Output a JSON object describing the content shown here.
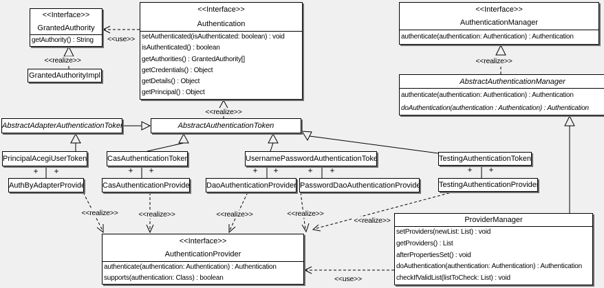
{
  "labels": {
    "use_granted_authority": "<<use>>",
    "realize_granted_authority_impl": "<<realize>>",
    "realize_abstract_authentication_manager": "<<realize>>",
    "realize_abstract_authentication_token": "<<realize>>",
    "realize_auth_by_adapter_provider": "<<realize>>",
    "realize_cas_authentication_provider": "<<realize>>",
    "realize_dao_authentication_provider": "<<realize>>",
    "realize_password_dao_authentication_provider": "<<realize>>",
    "realize_testing_authentication_provider": "<<realize>>",
    "use_provider_manager": "<<use>>",
    "plus": "+"
  },
  "classes": {
    "granted_authority": {
      "stereotype": "<<Interface>>",
      "name": "GrantedAuthority",
      "methods": [
        "getAuthority() : String"
      ]
    },
    "granted_authority_impl": {
      "name": "GrantedAuthorityImpl"
    },
    "authentication": {
      "stereotype": "<<Interface>>",
      "name": "Authentication",
      "methods": [
        "setAuthenticated(isAuthenticated: boolean) : void",
        "isAuthenticated() : boolean",
        "getAuthorities() : GrantedAuthority[]",
        "getCredentials() : Object",
        "getDetails() : Object",
        "getPrincipal() : Object"
      ]
    },
    "authentication_manager": {
      "stereotype": "<<Interface>>",
      "name": "AuthenticationManager",
      "methods": [
        "authenticate(authentication: Authentication) : Authentication"
      ]
    },
    "abstract_authentication_manager": {
      "name": "AbstractAuthenticationManager",
      "methods": [
        "authenticate(authentication: Authentication) : Authentication",
        "doAuthentication(authentication : Authentication) : Authentication"
      ]
    },
    "abstract_adapter_authentication_token": {
      "name": "AbstractAdapterAuthenticationToken"
    },
    "abstract_authentication_token": {
      "name": "AbstractAuthenticationToken"
    },
    "principal_acegi_user_token": {
      "name": "PrincipalAcegiUserToken"
    },
    "cas_authentication_token": {
      "name": "CasAuthenticationToken"
    },
    "username_password_authentication_token": {
      "name": "UsernamePasswordAuthenticationToken"
    },
    "testing_authentication_token": {
      "name": "TestingAuthenticationToken"
    },
    "auth_by_adapter_provider": {
      "name": "AuthByAdapterProvider"
    },
    "cas_authentication_provider": {
      "name": "CasAuthenticationProvider"
    },
    "dao_authentication_provider": {
      "name": "DaoAuthenticationProvider"
    },
    "password_dao_authentication_provider": {
      "name": "PasswordDaoAuthenticationProvider"
    },
    "testing_authentication_provider": {
      "name": "TestingAuthenticationProvider"
    },
    "authentication_provider": {
      "stereotype": "<<Interface>>",
      "name": "AuthenticationProvider",
      "methods": [
        "authenticate(authentication: Authentication) : Authentication",
        "supports(authentication: Class) : boolean"
      ]
    },
    "provider_manager": {
      "name": "ProviderManager",
      "methods": [
        "setProviders(newList: List) : void",
        "getProviders() : List",
        "afterPropertiesSet() : void",
        "doAuthentication(authentication: Authentication) : Authentication",
        "checkIfValidList(listToCheck: List) : void"
      ]
    }
  },
  "relations": [
    {
      "type": "use",
      "from": "Authentication",
      "to": "GrantedAuthority"
    },
    {
      "type": "realize",
      "from": "GrantedAuthorityImpl",
      "to": "GrantedAuthority"
    },
    {
      "type": "realize",
      "from": "AbstractAuthenticationManager",
      "to": "AuthenticationManager"
    },
    {
      "type": "realize",
      "from": "AbstractAuthenticationToken",
      "to": "Authentication"
    },
    {
      "type": "generalize",
      "from": "AbstractAdapterAuthenticationToken",
      "to": "AbstractAuthenticationToken"
    },
    {
      "type": "generalize",
      "from": "PrincipalAcegiUserToken",
      "to": "AbstractAdapterAuthenticationToken"
    },
    {
      "type": "generalize",
      "from": "CasAuthenticationToken",
      "to": "AbstractAuthenticationToken"
    },
    {
      "type": "generalize",
      "from": "UsernamePasswordAuthenticationToken",
      "to": "AbstractAuthenticationToken"
    },
    {
      "type": "generalize",
      "from": "TestingAuthenticationToken",
      "to": "AbstractAuthenticationToken"
    },
    {
      "type": "generalize",
      "from": "ProviderManager",
      "to": "AbstractAuthenticationManager"
    },
    {
      "type": "association",
      "from": "PrincipalAcegiUserToken",
      "to": "AuthByAdapterProvider",
      "multiplicity": "+ +"
    },
    {
      "type": "association",
      "from": "CasAuthenticationToken",
      "to": "CasAuthenticationProvider",
      "multiplicity": "+ +"
    },
    {
      "type": "association",
      "from": "UsernamePasswordAuthenticationToken",
      "to": "DaoAuthenticationProvider",
      "multiplicity": "+ +"
    },
    {
      "type": "association",
      "from": "UsernamePasswordAuthenticationToken",
      "to": "PasswordDaoAuthenticationProvider",
      "multiplicity": "+ +"
    },
    {
      "type": "association",
      "from": "TestingAuthenticationToken",
      "to": "TestingAuthenticationProvider",
      "multiplicity": "+ +"
    },
    {
      "type": "realize",
      "from": "AuthByAdapterProvider",
      "to": "AuthenticationProvider"
    },
    {
      "type": "realize",
      "from": "CasAuthenticationProvider",
      "to": "AuthenticationProvider"
    },
    {
      "type": "realize",
      "from": "DaoAuthenticationProvider",
      "to": "AuthenticationProvider"
    },
    {
      "type": "realize",
      "from": "PasswordDaoAuthenticationProvider",
      "to": "AuthenticationProvider"
    },
    {
      "type": "realize",
      "from": "TestingAuthenticationProvider",
      "to": "AuthenticationProvider"
    },
    {
      "type": "use",
      "from": "ProviderManager",
      "to": "AuthenticationProvider"
    }
  ],
  "colors": {
    "background": "#f0f0f0",
    "box_fill": "#ffffff",
    "line": "#000000",
    "shadow": "#6e6e6e"
  }
}
